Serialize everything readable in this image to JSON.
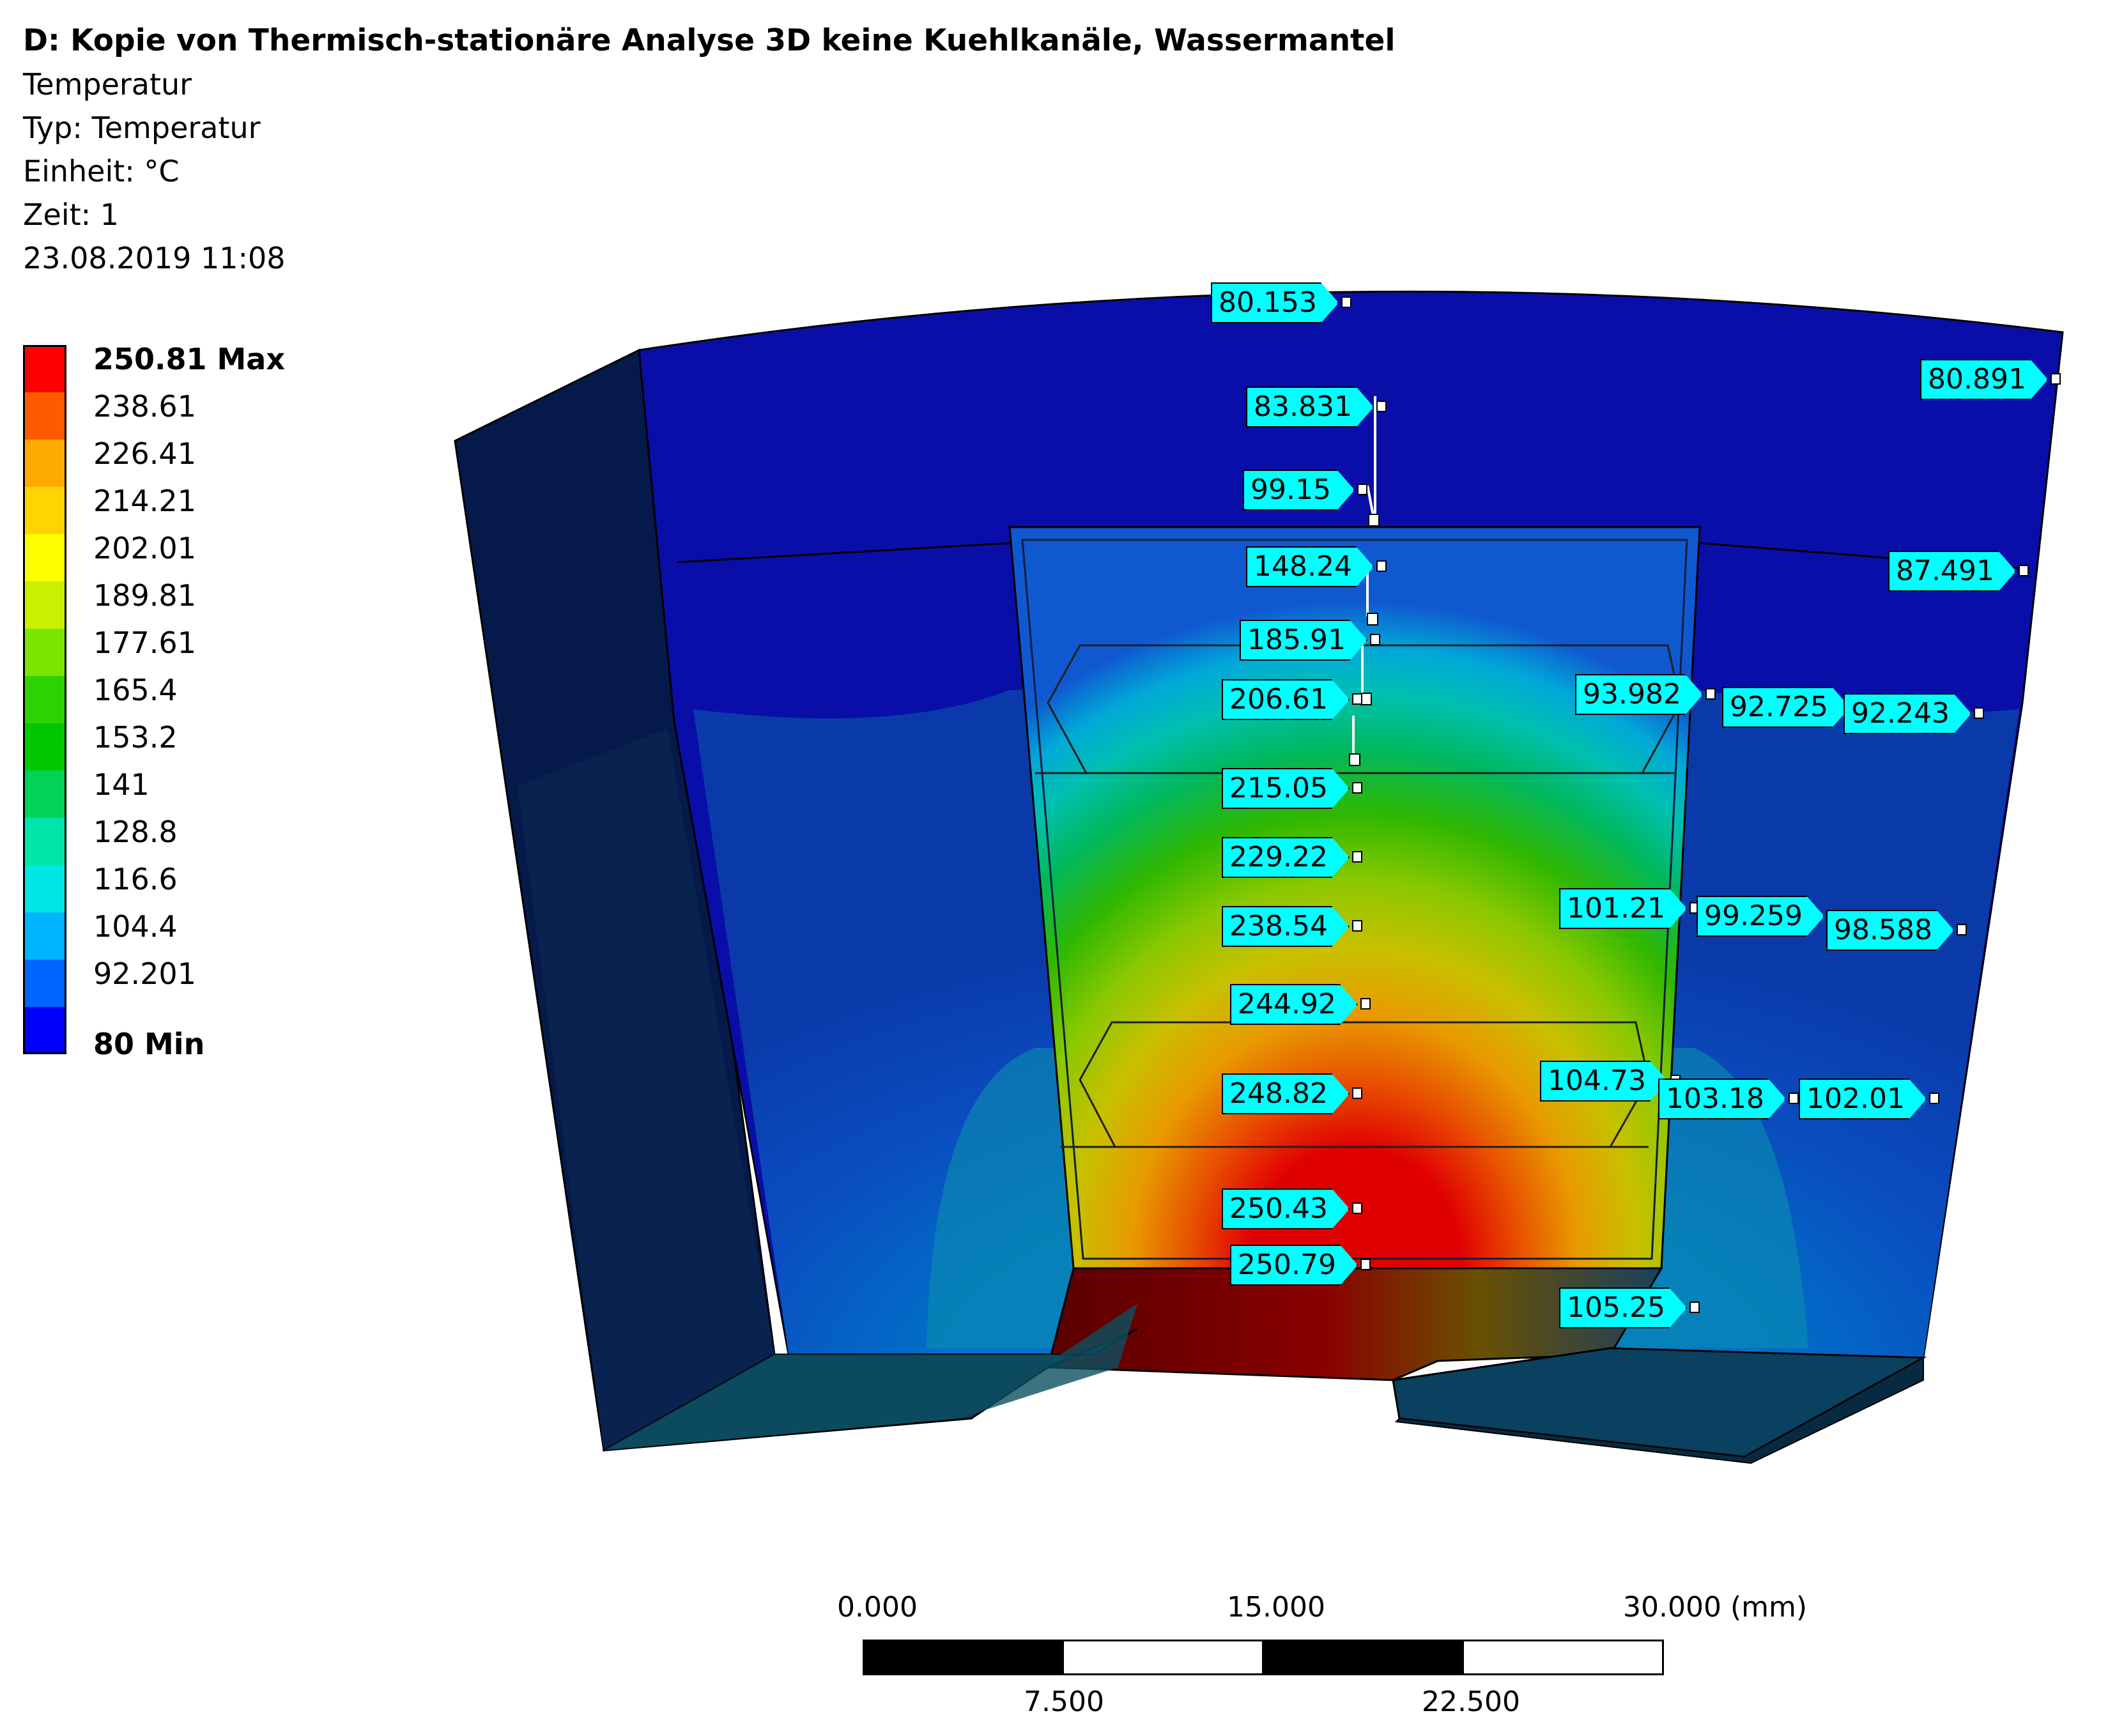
{
  "header": {
    "title": "D: Kopie von Thermisch-stationäre Analyse 3D keine Kuehlkanäle, Wassermantel",
    "result": "Temperatur",
    "type": "Typ: Temperatur",
    "unit": "Einheit: °C",
    "time": "Zeit: 1",
    "date": "23.08.2019 11:08"
  },
  "legend": {
    "labels": [
      "250.81 Max",
      "238.61",
      "226.41",
      "214.21",
      "202.01",
      "189.81",
      "177.61",
      "165.4",
      "153.2",
      "141",
      "128.8",
      "116.6",
      "104.4",
      "92.201",
      "80 Min"
    ],
    "colors": [
      "#ff0000",
      "#ff5a00",
      "#ffaa00",
      "#ffd400",
      "#ffff00",
      "#c8f000",
      "#7ae600",
      "#2ed200",
      "#00c800",
      "#00d25a",
      "#00e6aa",
      "#00e6e6",
      "#00b4ff",
      "#0064ff",
      "#0000ff"
    ]
  },
  "probes": [
    "80.153",
    "80.891",
    "83.831",
    "99.15",
    "148.24",
    "87.491",
    "185.91",
    "206.61",
    "93.982",
    "92.725",
    "92.243",
    "215.05",
    "229.22",
    "238.54",
    "101.21",
    "99.259",
    "98.588",
    "244.92",
    "104.73",
    "103.18",
    "102.01",
    "248.82",
    "250.43",
    "250.79",
    "105.25"
  ],
  "scale": {
    "labels_top": [
      "0.000",
      "15.000",
      "30.000 (mm)"
    ],
    "labels_bottom": [
      "7.500",
      "22.500"
    ]
  }
}
